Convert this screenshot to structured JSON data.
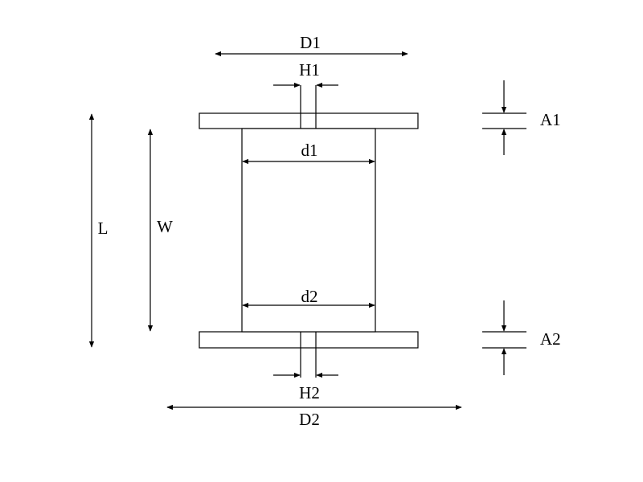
{
  "labels": {
    "D1": "D1",
    "H1": "H1",
    "A1": "A1",
    "d1": "d1",
    "L": "L",
    "W": "W",
    "d2": "d2",
    "A2": "A2",
    "H2": "H2",
    "D2": "D2"
  }
}
